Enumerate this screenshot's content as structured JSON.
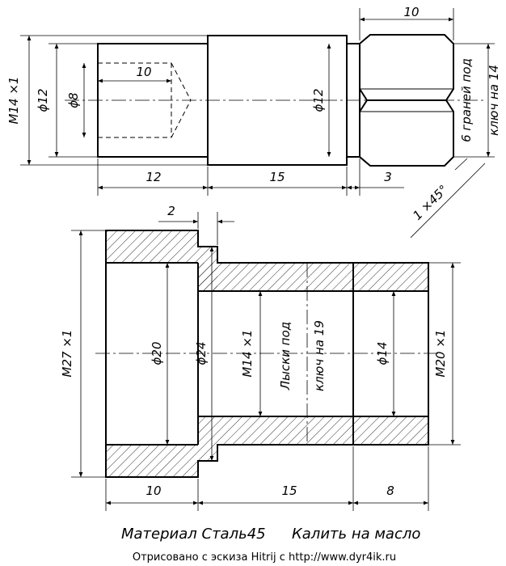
{
  "top_part": {
    "dims": {
      "top_10": "10",
      "m14": "M14 ×1",
      "d12_left": "ϕ12",
      "d8": "ϕ8",
      "bore_10": "10",
      "d12_right": "ϕ12",
      "len_12": "12",
      "len_15": "15",
      "len_3": "3",
      "hex_note": "6 граней под",
      "hex_note2": "ключ на 14",
      "chamfer": "1 ×45°"
    }
  },
  "bottom_part": {
    "dims": {
      "w_2": "2",
      "m27": "M27 ×1",
      "d20": "ϕ20",
      "d24": "ϕ24",
      "m14": "M14 ×1",
      "flats_note": "Лыски под",
      "flats_note2": "ключ на 19",
      "d14": "ϕ14",
      "m20": "M20 ×1",
      "len_10": "10",
      "len_15": "15",
      "len_8": "8"
    }
  },
  "notes": {
    "material": "Материал Сталь45",
    "heat": "Калить на масло",
    "footer": "Отрисовано с эскиза Hitrij с http://www.dyr4ik.ru"
  }
}
